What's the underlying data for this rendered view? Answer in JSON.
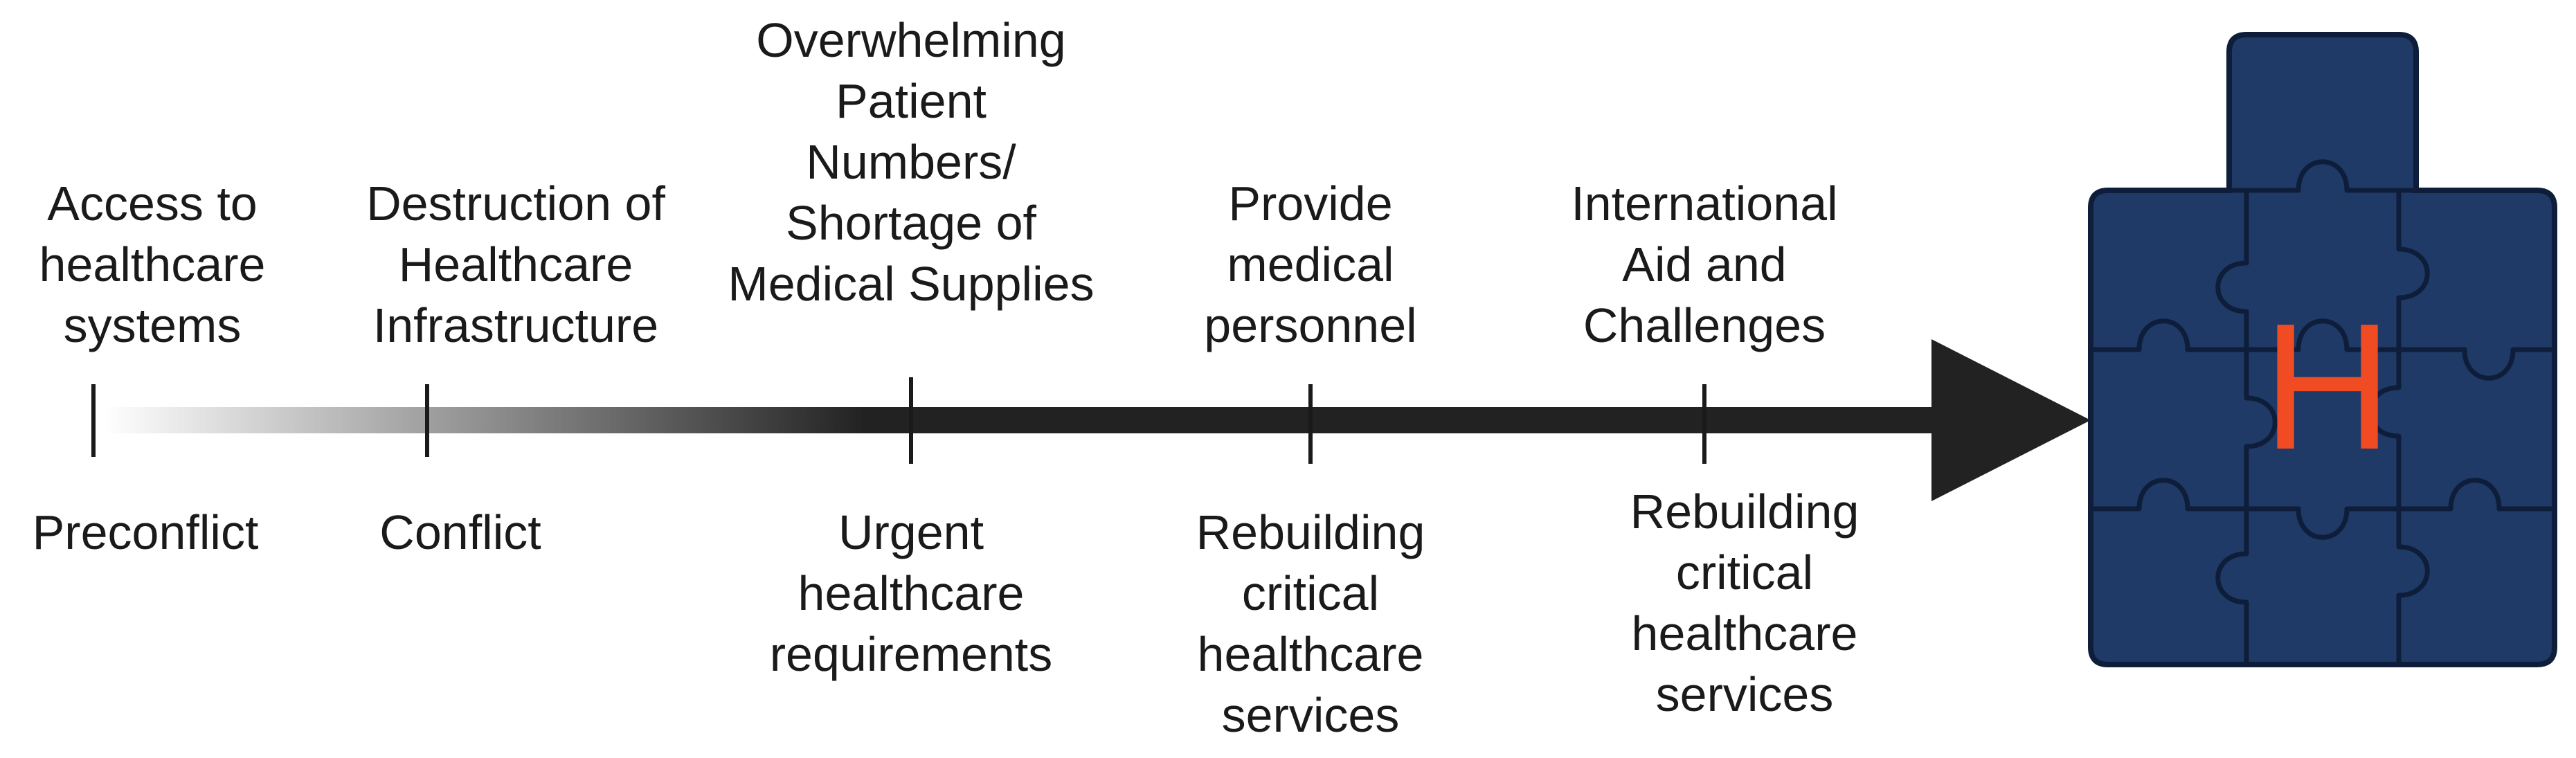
{
  "stages": [
    {
      "id": "preconflict",
      "top": "Access to\nhealthcare\nsystems",
      "bottom": "Preconflict"
    },
    {
      "id": "conflict",
      "top": "Destruction of\nHealthcare\nInfrastructure",
      "bottom": "Conflict"
    },
    {
      "id": "urgent",
      "top": "Overwhelming\nPatient\nNumbers/\nShortage of\nMedical Supplies",
      "bottom": "Urgent\nhealthcare\nrequirements"
    },
    {
      "id": "personnel",
      "top": "Provide\nmedical\npersonnel",
      "bottom": "Rebuilding\ncritical\nhealthcare\nservices"
    },
    {
      "id": "aid",
      "top": "International\nAid and\nChallenges",
      "bottom": "Rebuilding\ncritical\nhealthcare\nservices"
    }
  ],
  "hospital": {
    "letter": "H"
  },
  "colors": {
    "arrow": "#222222",
    "puzzle_fill": "#1f3a66",
    "puzzle_stroke": "#0e1e3a",
    "h_letter": "#f04b23"
  }
}
